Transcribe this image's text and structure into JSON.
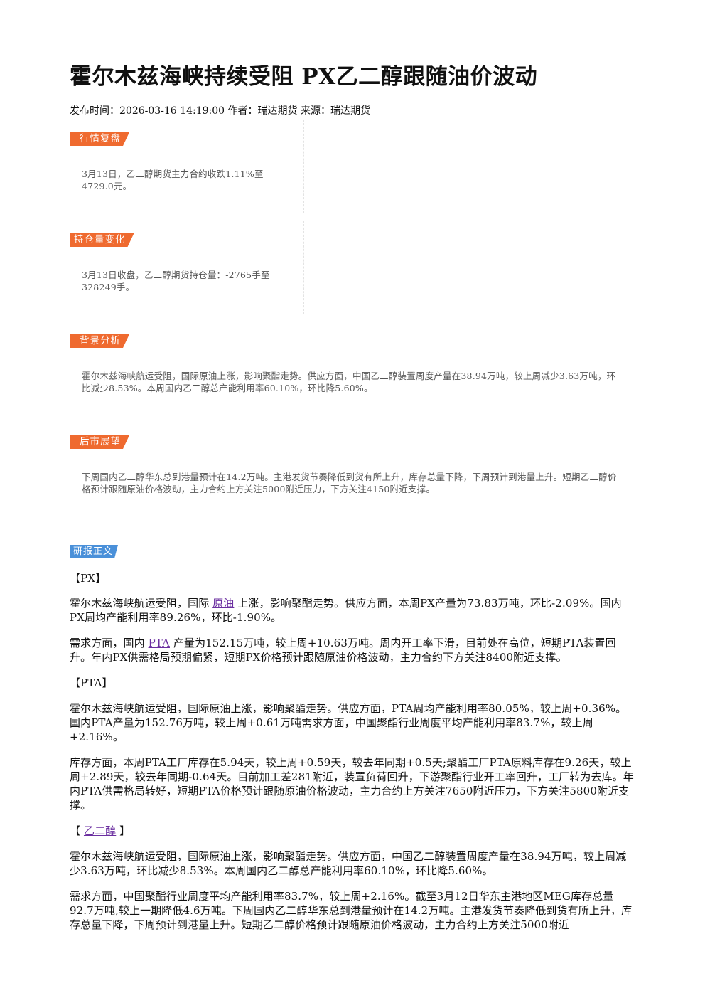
{
  "article": {
    "title": "霍尔木兹海峡持续受阻 PX乙二醇跟随油价波动",
    "meta": "发布时间：2026-03-16 14:19:00 作者：瑞达期货 来源：瑞达期货"
  },
  "summary": {
    "market_review": {
      "label": "行情复盘",
      "text": "3月13日，乙二醇期货主力合约收跌1.11%至4729.0元。"
    },
    "position_change": {
      "label": "持仓量变化",
      "text": "3月13日收盘，乙二醇期货持仓量：-2765手至328249手。"
    },
    "background": {
      "label": "背景分析",
      "text": "霍尔木兹海峡航运受阻，国际原油上涨，影响聚酯走势。供应方面，中国乙二醇装置周度产量在38.94万吨，较上周减少3.63万吨，环比减少8.53%。本周国内乙二醇总产能利用率60.10%，环比降5.60%。"
    },
    "outlook": {
      "label": "后市展望",
      "text": "下周国内乙二醇华东总到港量预计在14.2万吨。主港发货节奏降低到货有所上升，库存总量下降，下周预计到港量上升。短期乙二醇价格预计跟随原油价格波动，主力合约上方关注5000附近压力，下方关注4150附近支撑。"
    }
  },
  "report": {
    "label": "研报正文",
    "px_heading": "【PX】",
    "px_p1_a": "霍尔木兹海峡航运受阻，国际 ",
    "px_p1_link": "原油",
    "px_p1_b": " 上涨，影响聚酯走势。供应方面，本周PX产量为73.83万吨，环比-2.09%。国内PX周均产能利用率89.26%，环比-1.90%。",
    "px_p2_a": "需求方面，国内 ",
    "px_p2_link": "PTA",
    "px_p2_b": " 产量为152.15万吨，较上周+10.63万吨。周内开工率下滑，目前处在高位，短期PTA装置回升。年内PX供需格局预期偏紧，短期PX价格预计跟随原油价格波动，主力合约下方关注8400附近支撑。",
    "pta_heading": "【PTA】",
    "pta_p1": "霍尔木兹海峡航运受阻，国际原油上涨，影响聚酯走势。供应方面，PTA周均产能利用率80.05%，较上周+0.36%。国内PTA产量为152.76万吨，较上周+0.61万吨需求方面，中国聚酯行业周度平均产能利用率83.7%，较上周+2.16%。",
    "pta_p2": "库存方面，本周PTA工厂库存在5.94天，较上周+0.59天，较去年同期+0.5天;聚酯工厂PTA原料库存在9.26天，较上周+2.89天，较去年同期-0.64天。目前加工差281附近，装置负荷回升，下游聚酯行业开工率回升，工厂转为去库。年内PTA供需格局转好，短期PTA价格预计跟随原油价格波动，主力合约上方关注7650附近压力，下方关注5800附近支撑。",
    "meg_heading_open": "【 ",
    "meg_heading_link": "乙二醇",
    "meg_heading_close": " 】",
    "meg_p1": "霍尔木兹海峡航运受阻，国际原油上涨，影响聚酯走势。供应方面，中国乙二醇装置周度产量在38.94万吨，较上周减少3.63万吨，环比减少8.53%。本周国内乙二醇总产能利用率60.10%，环比降5.60%。",
    "meg_p2": "需求方面，中国聚酯行业周度平均产能利用率83.7%，较上周+2.16%。截至3月12日华东主港地区MEG库存总量92.7万吨,较上一期降低4.6万吨。下周国内乙二醇华东总到港量预计在14.2万吨。主港发货节奏降低到货有所上升，库存总量下降，下周预计到港量上升。短期乙二醇价格预计跟随原油价格波动，主力合约上方关注5000附近"
  }
}
